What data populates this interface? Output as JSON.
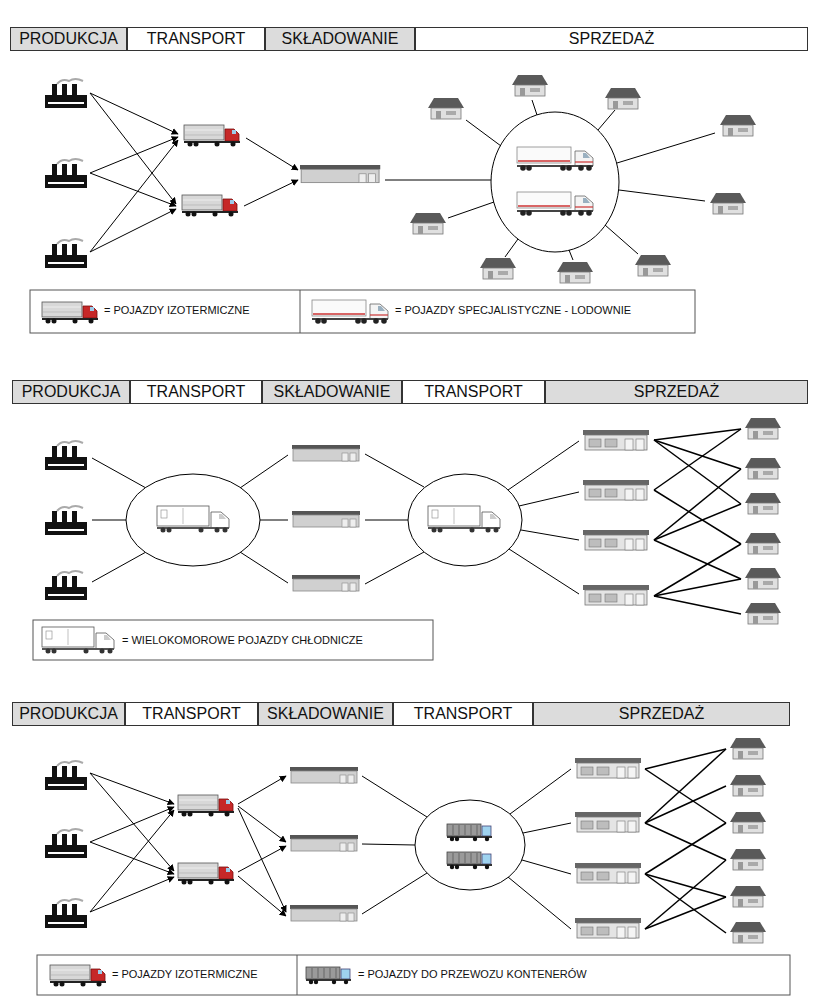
{
  "diagram": {
    "nodes": [
      {
        "text": [
          "PRODUKCJA"
        ]
      },
      {
        "text": [
          "TRANSPORT"
        ]
      },
      {
        "text": [
          "SKŁADOWANIE"
        ]
      },
      {
        "text": [
          "SPRZEDAŻ"
        ]
      },
      {
        "text": [
          "PRODUKCJA"
        ]
      },
      {
        "text": [
          "TRANSPORT"
        ]
      },
      {
        "text": [
          "SKŁADOWANIE"
        ]
      },
      {
        "text": [
          "TRANSPORT"
        ]
      },
      {
        "text": [
          "SPRZEDAŻ"
        ]
      },
      {
        "text": [
          "PRODUKCJA"
        ]
      },
      {
        "text": [
          "TRANSPORT"
        ]
      },
      {
        "text": [
          "SKŁADOWANIE"
        ]
      },
      {
        "text": [
          "TRANSPORT"
        ]
      },
      {
        "text": [
          "SPRZEDAŻ"
        ]
      }
    ],
    "legend": [
      {
        "text": "= POJAZDY IZOTERMICZNE"
      },
      {
        "text": "= POJAZDY SPECJALISTYCZNE - LODOWNIE"
      },
      {
        "text": "= WIELOKOMOROWE POJAZDY CHŁODNICZE"
      },
      {
        "text": "= POJAZDY IZOTERMICZNE"
      },
      {
        "text": "= POJAZDY DO PRZEWOZU KONTENERÓW"
      }
    ]
  }
}
